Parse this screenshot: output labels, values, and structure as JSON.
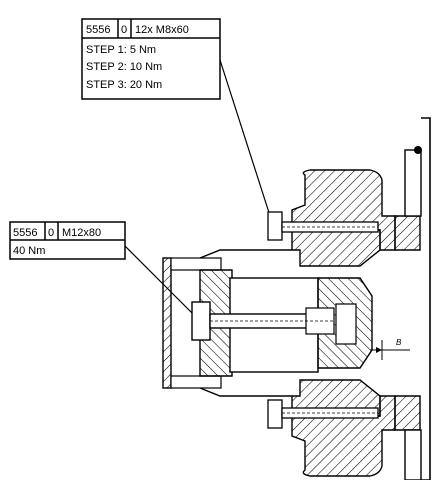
{
  "callouts": {
    "upper": {
      "part_no": "5556",
      "flag": "0",
      "fastener": "12x M8x60",
      "steps": [
        "STEP 1: 5 Nm",
        "STEP 2: 10 Nm",
        "STEP 3: 20 Nm"
      ]
    },
    "lower": {
      "part_no": "5556",
      "flag": "0",
      "fastener": "M12x80",
      "torque": "40 Nm"
    }
  },
  "dimension_label": "B"
}
